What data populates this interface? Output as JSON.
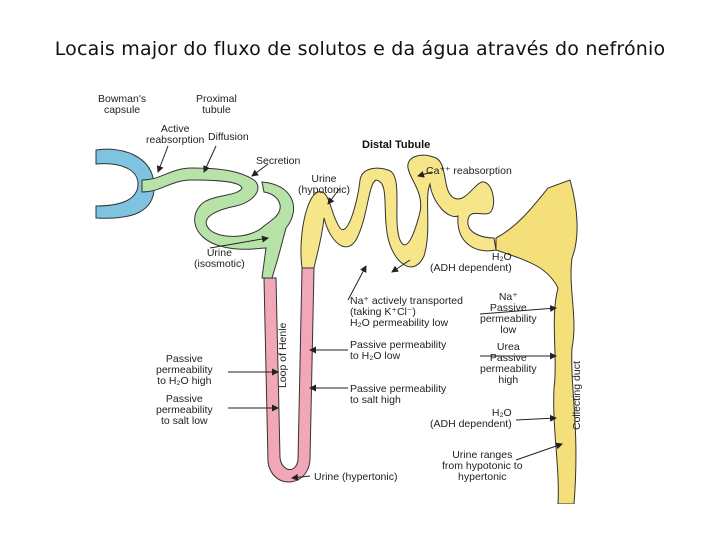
{
  "title": "Locais major do fluxo de solutos e da água através do nefrónio",
  "labels": {
    "bowmans_capsule": "Bowman's\ncapsule",
    "proximal_tubule": "Proximal\ntubule",
    "active_reabsorption": "Active\nreabsorption",
    "diffusion": "Diffusion",
    "secretion": "Secretion",
    "distal_tubule": "Distal Tubule",
    "urine_hypotonic": "Urine\n(hypotonic)",
    "ca_reabsorption": "Ca⁺⁺ reabsorption",
    "urine_isosmotic": "Urine\n(isosmotic)",
    "h2o_adh_1": "H₂O\n(ADH dependent)",
    "na_active": "Na⁺ actively transported\n(taking K⁺Cl⁻)\nH₂O permeability low",
    "na_passive": "Na⁺\nPassive\npermeability\nlow",
    "passive_h2o_low": "Passive permeability\nto H₂O low",
    "urea_passive": "Urea\nPassive\npermeability\nhigh",
    "passive_h2o_high": "Passive\npermeability\nto H₂O high",
    "passive_salt_low": "Passive\npermeability\nto salt low",
    "passive_salt_high": "Passive permeability\nto salt high",
    "h2o_adh_2": "H₂O\n(ADH dependent)",
    "loop_of_henle": "Loop of Henle",
    "collecting_duct": "Collecting duct",
    "urine_ranges": "Urine ranges\nfrom hypotonic to\nhypertonic",
    "urine_hypertonic": "Urine (hypertonic)"
  },
  "colors": {
    "capsule": "#7ec3e0",
    "proximal": "#b7e3a8",
    "loop": "#f2a7b8",
    "distal": "#f7e58a",
    "duct": "#f4df7a",
    "outline": "#333333",
    "arrow": "#222222"
  }
}
